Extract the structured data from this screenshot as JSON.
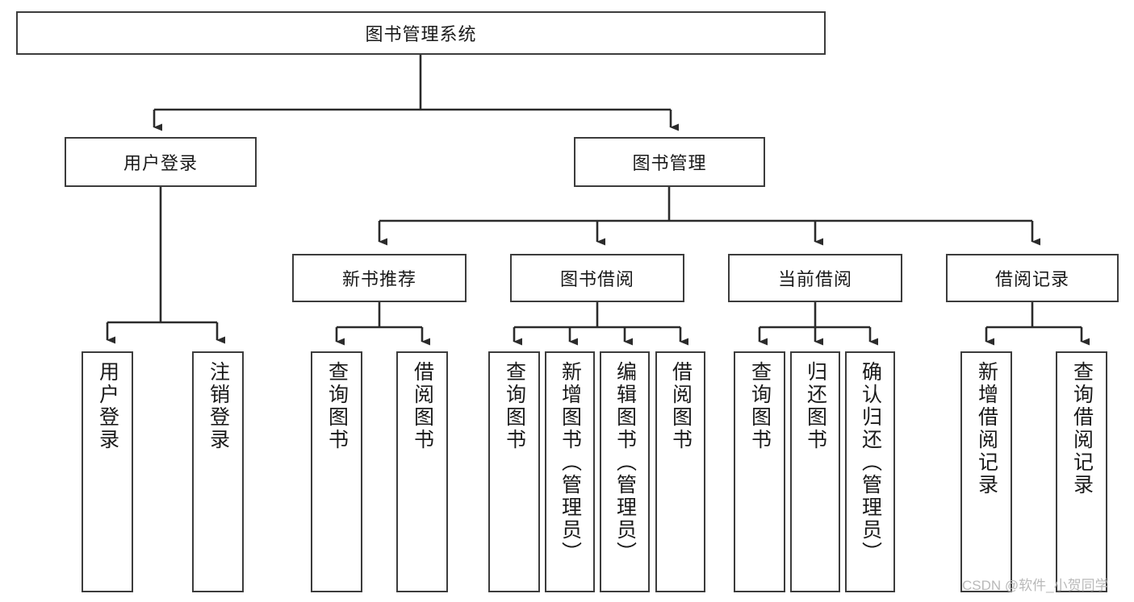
{
  "diagram": {
    "type": "tree-hierarchy-diagram",
    "title_node": "图书管理系统",
    "colors": {
      "box_border": "#3c3c3c",
      "box_fill": "#ffffff",
      "line": "#2b2b2b",
      "text": "#1a1a1a",
      "watermark": "#b9b9b9",
      "background": "#ffffff"
    },
    "root": {
      "label": "图书管理系统"
    },
    "level2": [
      {
        "label": "用户登录"
      },
      {
        "label": "图书管理"
      }
    ],
    "level3": [
      {
        "label": "新书推荐"
      },
      {
        "label": "图书借阅"
      },
      {
        "label": "当前借阅"
      },
      {
        "label": "借阅记录"
      }
    ],
    "leaves": {
      "user_login": [
        {
          "label": "用户登录"
        },
        {
          "label": "注销登录"
        }
      ],
      "new_book_recommend": [
        {
          "label": "查询图书"
        },
        {
          "label": "借阅图书"
        }
      ],
      "book_borrow": [
        {
          "label": "查询图书"
        },
        {
          "label": "新增图书（管理员）"
        },
        {
          "label": "编辑图书（管理员）"
        },
        {
          "label": "借阅图书"
        }
      ],
      "current_borrow": [
        {
          "label": "查询图书"
        },
        {
          "label": "归还图书"
        },
        {
          "label": "确认归还（管理员）"
        }
      ],
      "borrow_record": [
        {
          "label": "新增借阅记录"
        },
        {
          "label": "查询借阅记录"
        }
      ]
    }
  },
  "watermark": {
    "text": "CSDN @软件_小贺同学"
  }
}
